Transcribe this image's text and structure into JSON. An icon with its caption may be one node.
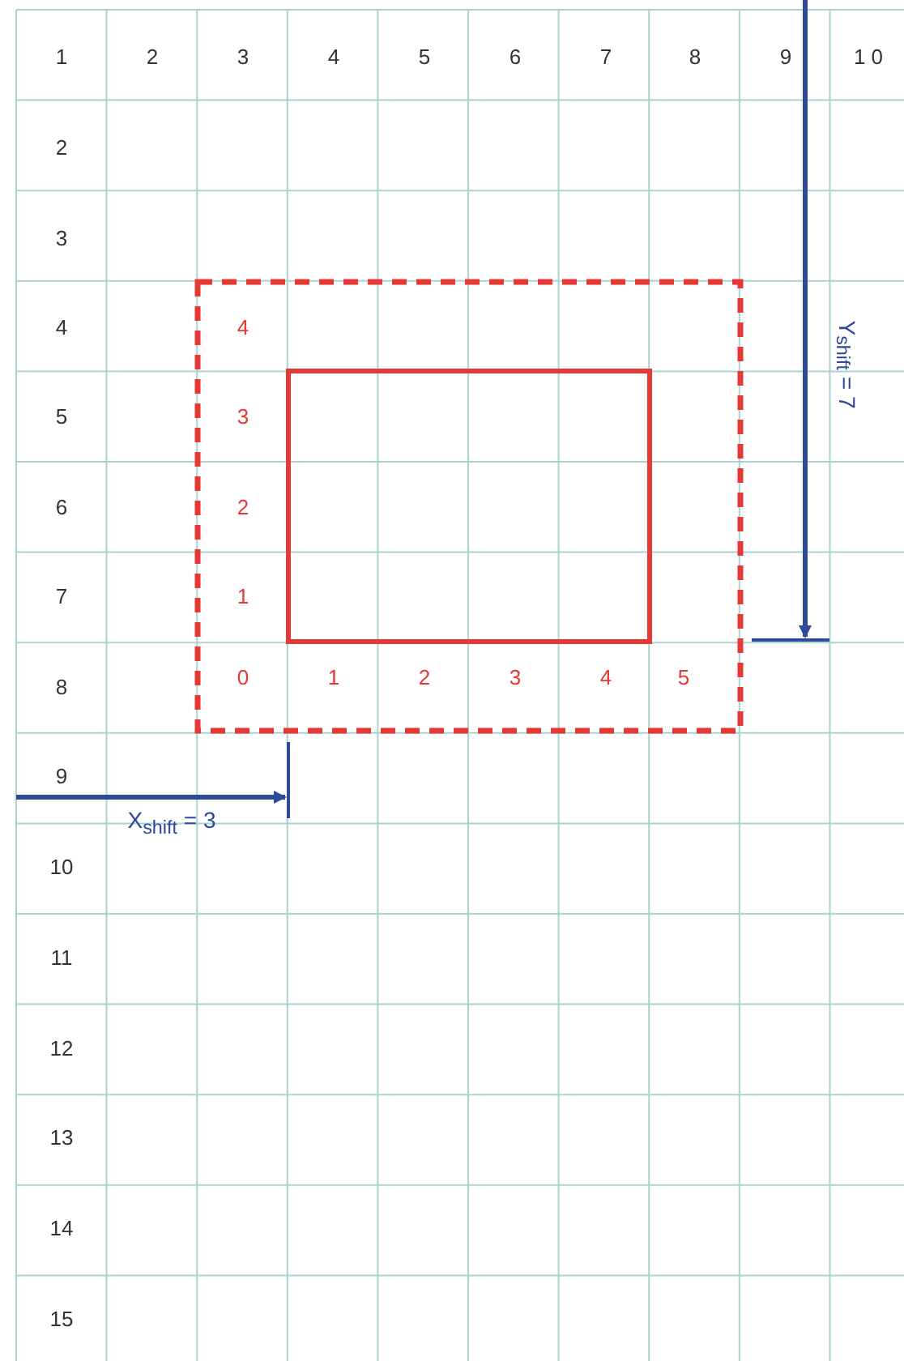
{
  "diagram": {
    "labels": [
      "1",
      "2",
      "3",
      "4",
      "5",
      "6",
      "7",
      "8",
      "9",
      "1 0",
      "2",
      "3",
      "4",
      "4",
      "Y$_{shift}$ = 7",
      "5",
      "3",
      "6",
      "2",
      "7",
      "1",
      "8",
      "0",
      "1",
      "2",
      "3",
      "4",
      "5",
      "9",
      "X$_{shift}$ = 3",
      "10",
      "11",
      "12",
      "13",
      "14",
      "15"
    ]
  }
}
